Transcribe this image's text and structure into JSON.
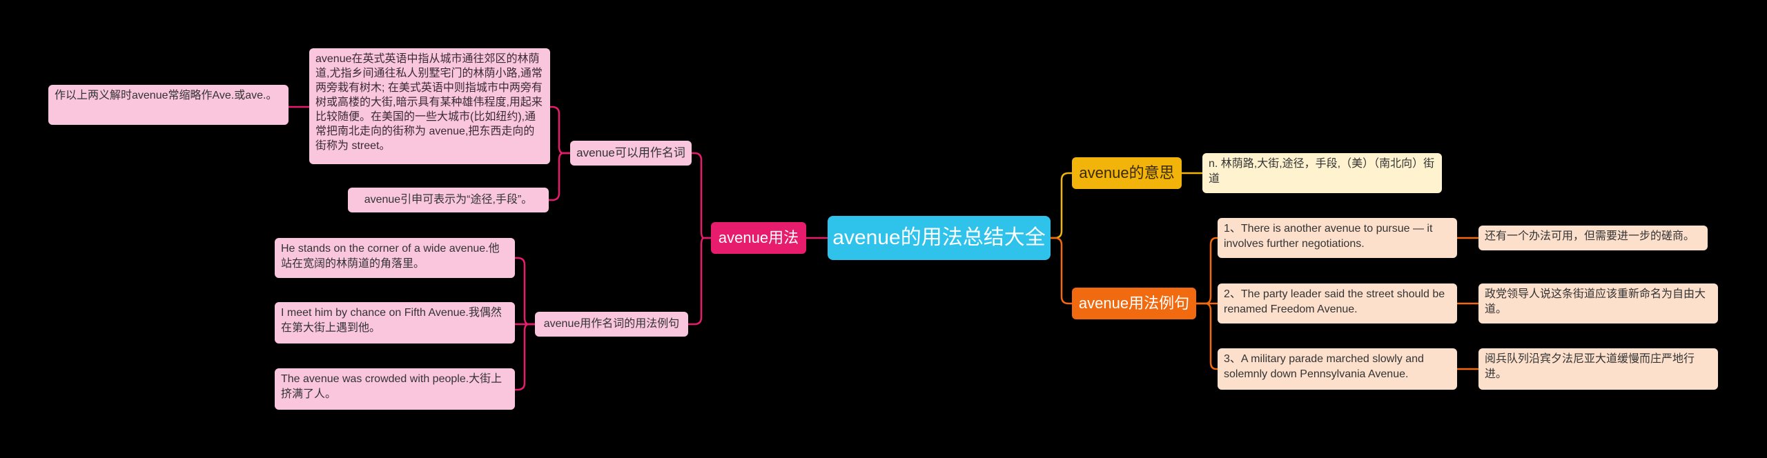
{
  "root": {
    "title": "avenue的用法总结大全"
  },
  "left": {
    "branch": "avenue用法",
    "noun_use": {
      "label": "avenue可以用作名词",
      "definition": "avenue在英式英语中指从城市通往郊区的林荫道,尤指乡间通往私人别墅宅门的林荫小路,通常两旁栽有树木; 在美式英语中则指城市中两旁有树或高楼的大街,暗示具有某种雄伟程度,用起来比较随便。在美国的一些大城市(比如纽约),通常把南北走向的街称为 avenue,把东西走向的街称为 street。",
      "abbrev": "作以上两义解时avenue常缩略作Ave.或ave.。",
      "extended": "avenue引申可表示为“途径,手段”。"
    },
    "noun_examples": {
      "label": "avenue用作名词的用法例句",
      "items": [
        "He stands on the corner of a wide avenue.他站在宽阔的林荫道的角落里。",
        "I meet him by chance on Fifth Avenue.我偶然在第大街上遇到他。",
        "The avenue was crowded with people.大街上挤满了人。"
      ]
    }
  },
  "right": {
    "meaning": {
      "label": "avenue的意思",
      "text": "n. 林荫路,大街,途径，手段,（美）（南北向）街道"
    },
    "examples": {
      "label": "avenue用法例句",
      "items": [
        {
          "en": "1、There is another avenue to pursue — it involves further negotiations.",
          "zh": "还有一个办法可用，但需要进一步的磋商。"
        },
        {
          "en": "2、The party leader said the street should be renamed Freedom Avenue.",
          "zh": "政党领导人说这条街道应该重新命名为自由大道。"
        },
        {
          "en": "3、A military parade marched slowly and solemnly down Pennsylvania Avenue.",
          "zh": "阅兵队列沿宾夕法尼亚大道缓慢而庄严地行进。"
        }
      ]
    }
  },
  "colors": {
    "root": "#2fc3ec",
    "left_branch": "#e81c6c",
    "meaning": "#f2b40a",
    "examples": "#f26a10"
  }
}
